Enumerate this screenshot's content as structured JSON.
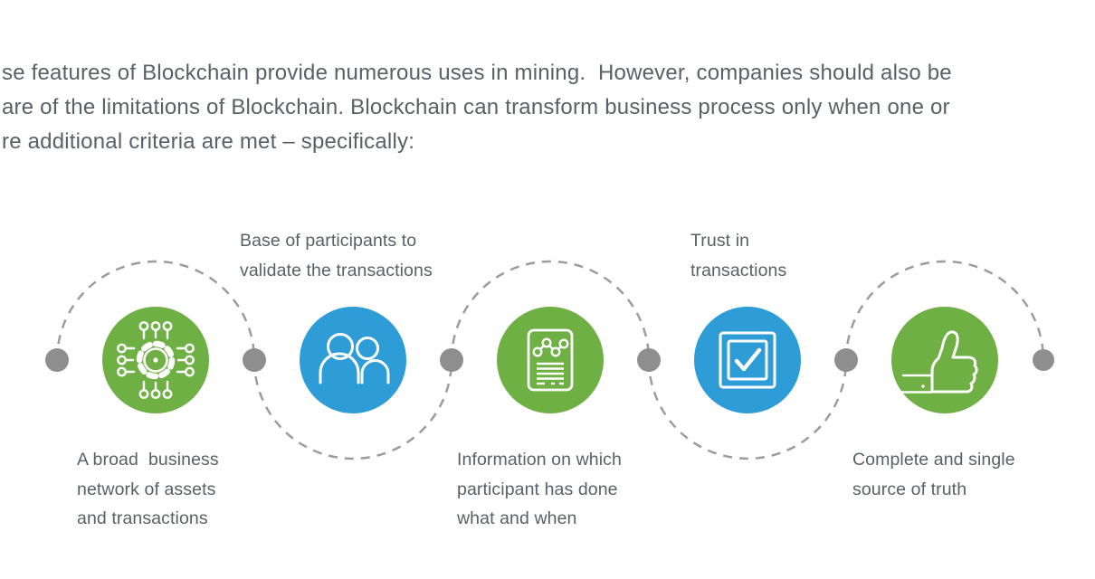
{
  "page": {
    "background": "#ffffff",
    "text_color": "#5a6066"
  },
  "paragraph": {
    "lines": [
      "se features of Blockchain provide numerous uses in mining.  However, companies should also be",
      "are of the limitations of Blockchain. Blockchain can transform business process only when one or",
      "re additional criteria are met – specifically:"
    ]
  },
  "diagram": {
    "colors": {
      "green": "#6fb044",
      "blue": "#2d9cd7",
      "connector_dot": "#8e8e8e",
      "dashed_line": "#9c9c9c",
      "icon_stroke": "#ffffff"
    },
    "steps": [
      {
        "id": 1,
        "icon": "network-gear-icon",
        "circle_color": "#6fb044",
        "label_position": "below",
        "label_lines": [
          "A broad  business",
          "network of assets",
          "and transactions"
        ]
      },
      {
        "id": 2,
        "icon": "people-icon",
        "circle_color": "#2d9cd7",
        "label_position": "above",
        "label_lines": [
          "Base of participants to",
          "validate the transactions"
        ]
      },
      {
        "id": 3,
        "icon": "document-report-icon",
        "circle_color": "#6fb044",
        "label_position": "below",
        "label_lines": [
          "Information on which",
          "participant has done",
          "what and when"
        ]
      },
      {
        "id": 4,
        "icon": "checkbox-icon",
        "circle_color": "#2d9cd7",
        "label_position": "above",
        "label_lines": [
          "Trust in",
          "transactions"
        ]
      },
      {
        "id": 5,
        "icon": "thumbs-up-icon",
        "circle_color": "#6fb044",
        "label_position": "below",
        "label_lines": [
          "Complete and single",
          "source of truth"
        ]
      }
    ]
  }
}
